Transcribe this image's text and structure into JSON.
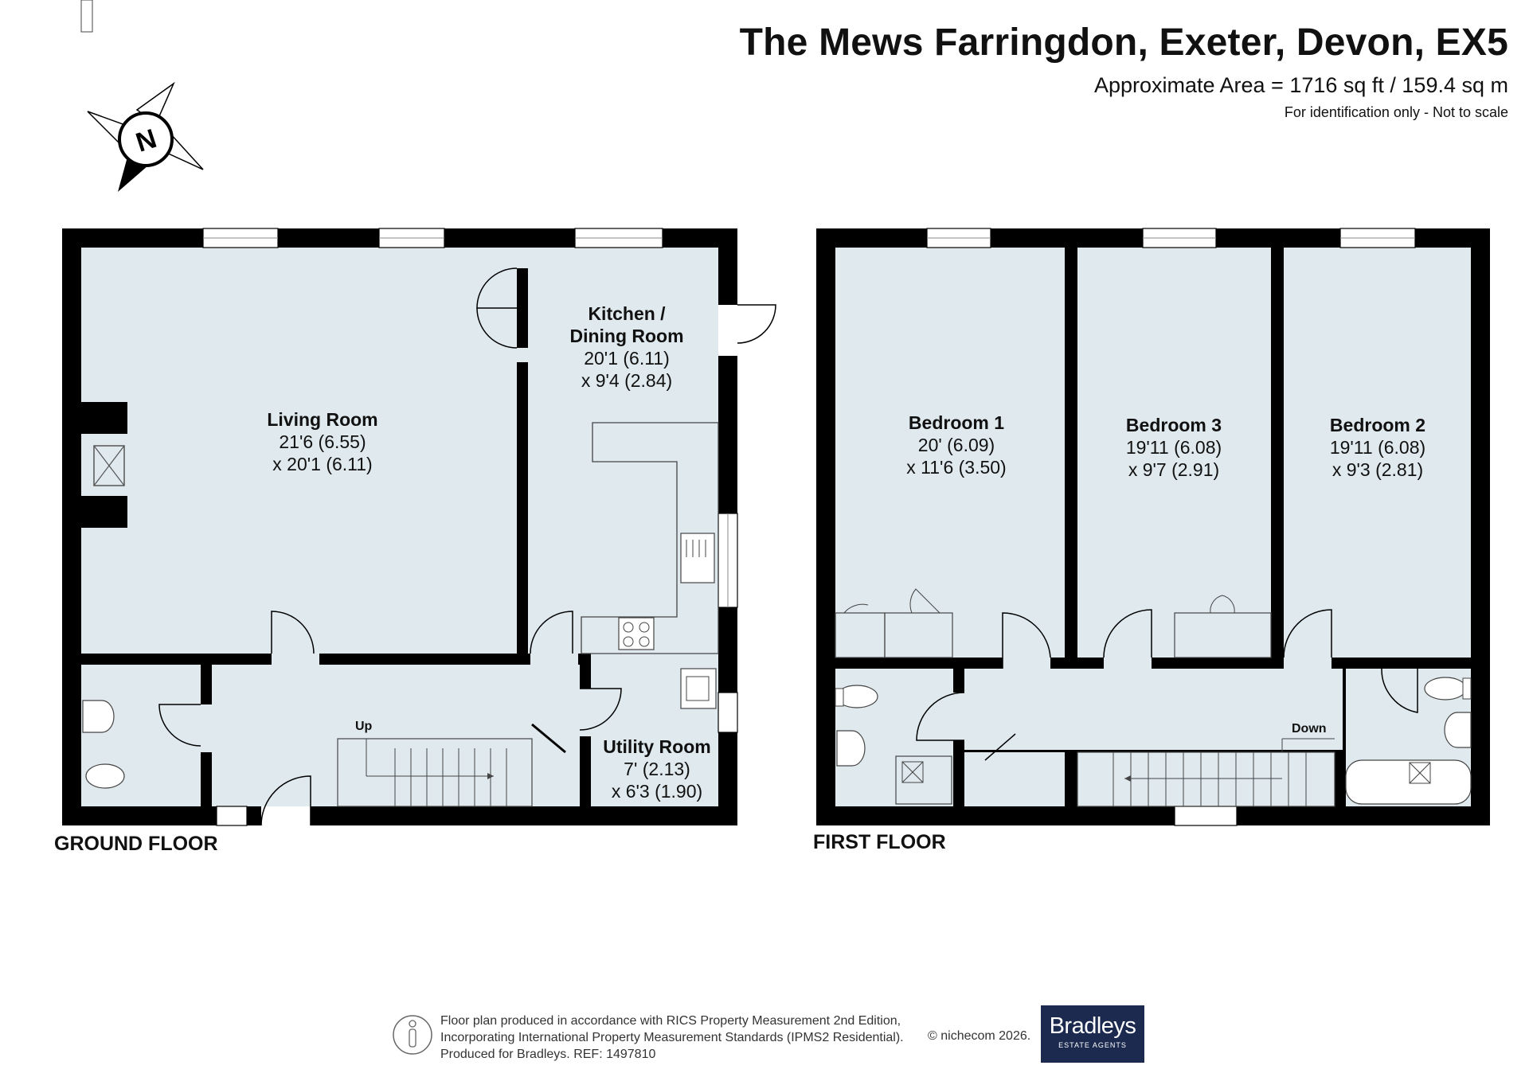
{
  "header": {
    "title": "The Mews Farringdon, Exeter, Devon, EX5",
    "area": "Approximate Area = 1716 sq ft / 159.4 sq m",
    "note": "For identification only - Not to scale"
  },
  "compass": {
    "label": "N"
  },
  "floors": {
    "ground": {
      "label": "GROUND FLOOR",
      "rooms": {
        "living": {
          "name": "Living Room",
          "dim1": "21'6 (6.55)",
          "dim2": "x 20'1 (6.11)"
        },
        "kitchen": {
          "name1": "Kitchen /",
          "name2": "Dining Room",
          "dim1": "20'1 (6.11)",
          "dim2": "x 9'4 (2.84)"
        },
        "utility": {
          "name": "Utility Room",
          "dim1": "7' (2.13)",
          "dim2": "x 6'3 (1.90)"
        }
      },
      "stairs_label": "Up"
    },
    "first": {
      "label": "FIRST FLOOR",
      "rooms": {
        "bedroom1": {
          "name": "Bedroom 1",
          "dim1": "20' (6.09)",
          "dim2": "x 11'6 (3.50)"
        },
        "bedroom3": {
          "name": "Bedroom 3",
          "dim1": "19'11 (6.08)",
          "dim2": "x 9'7 (2.91)"
        },
        "bedroom2": {
          "name": "Bedroom 2",
          "dim1": "19'11 (6.08)",
          "dim2": "x 9'3 (2.81)"
        }
      },
      "stairs_label": "Down"
    }
  },
  "footer": {
    "line1": "Floor plan produced in accordance with RICS Property Measurement 2nd Edition,",
    "line2": "Incorporating International Property Measurement Standards (IPMS2 Residential).",
    "line3": "Produced for Bradleys.   REF:  1497810",
    "copyright": "© nichecom 2026.",
    "brand_name": "Bradleys",
    "brand_sub": "ESTATE AGENTS"
  },
  "colors": {
    "room_fill": "#e0eaee",
    "wall": "#000000",
    "brand_bg": "#1b2a4e"
  }
}
